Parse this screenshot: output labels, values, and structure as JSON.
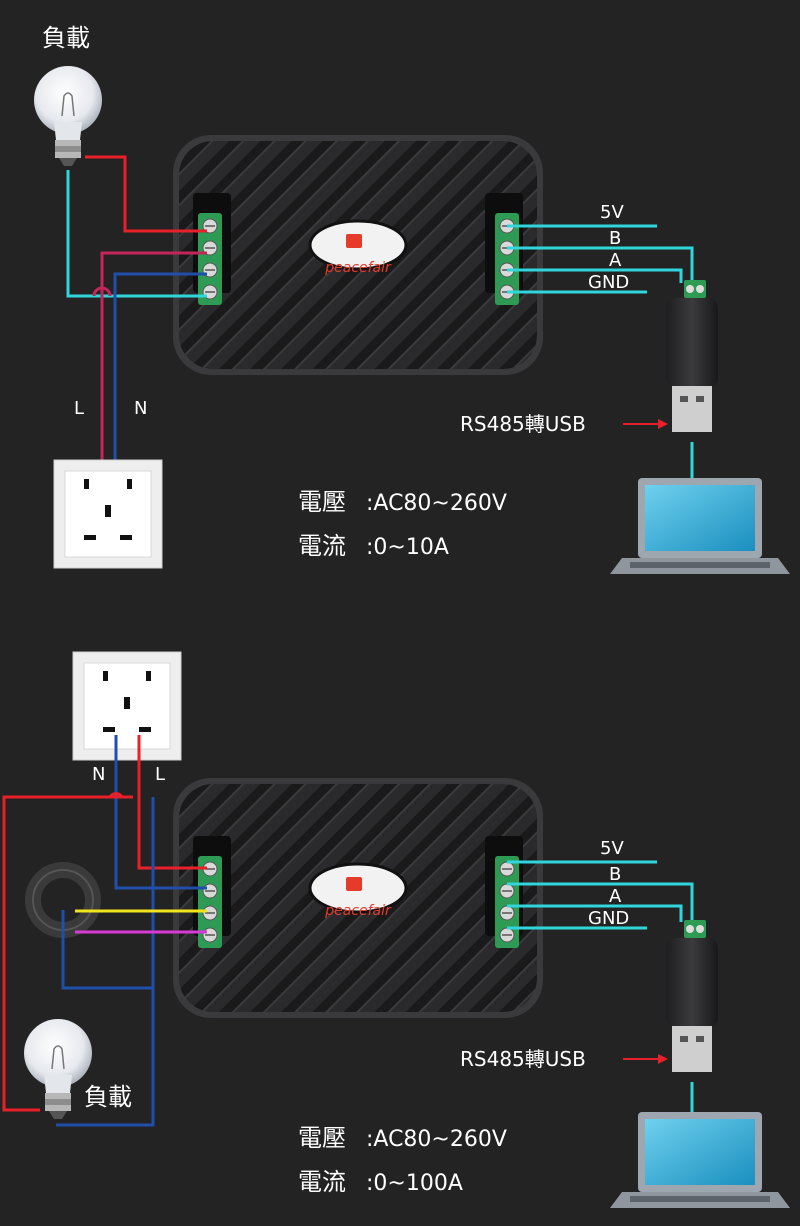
{
  "diagrams": [
    {
      "load_label": "負載",
      "line_label": "L",
      "neutral_label": "N",
      "brand": "peacefair",
      "pins": [
        "5V",
        "B",
        "A",
        "GND"
      ],
      "converter_label": "RS485轉USB",
      "voltage_label": "電壓",
      "voltage_value": ":AC80~260V",
      "current_label": "電流",
      "current_value": ":0~10A"
    },
    {
      "load_label": "負載",
      "line_label": "L",
      "neutral_label": "N",
      "brand": "peacefair",
      "pins": [
        "5V",
        "B",
        "A",
        "GND"
      ],
      "converter_label": "RS485轉USB",
      "voltage_label": "電壓",
      "voltage_value": ":AC80~260V",
      "current_label": "電流",
      "current_value": ":0~100A"
    }
  ],
  "colors": {
    "background": "#232323",
    "red_wire": "#e8202a",
    "blue_wire": "#1f4fa8",
    "cyan_wire": "#2fd6dc",
    "magenta_wire": "#c4265a",
    "yellow_wire": "#f2e51c",
    "pink_wire": "#d93ad6",
    "terminal_green": "#2e9b55",
    "meter_body": "#2c2c2e"
  },
  "icons": [
    "light-bulb-icon",
    "power-socket-icon",
    "energy-meter-icon",
    "terminal-block-icon",
    "rs485-usb-adapter-icon",
    "laptop-icon",
    "current-transformer-icon",
    "arrow-icon"
  ]
}
